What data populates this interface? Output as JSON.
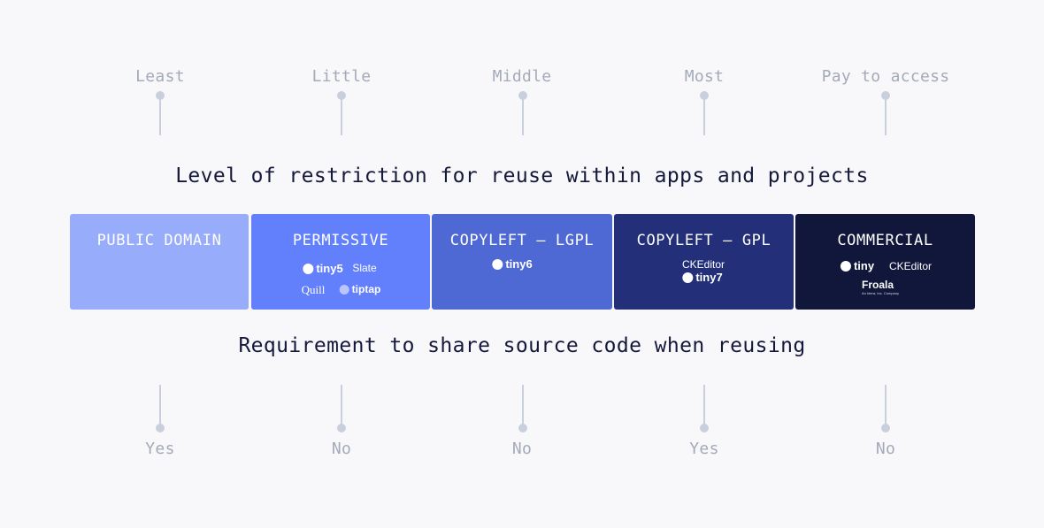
{
  "top_markers": [
    "Least",
    "Little",
    "Middle",
    "Most",
    "Pay to access"
  ],
  "heading_top": "Level of restriction for reuse within apps and projects",
  "bars": [
    {
      "label": "PUBLIC DOMAIN",
      "color": "#98acfc"
    },
    {
      "label": "PERMISSIVE",
      "color": "#6280fb",
      "logos": [
        "tiny5",
        "Slate",
        "Quill",
        "tiptap"
      ]
    },
    {
      "label": "COPYLEFT – LGPL",
      "color": "#4e68d4",
      "logos": [
        "tiny6"
      ]
    },
    {
      "label": "COPYLEFT – GPL",
      "color": "#233079",
      "logos": [
        "CKEditor",
        "tiny7"
      ]
    },
    {
      "label": "COMMERCIAL",
      "color": "#10173a",
      "logos": [
        "tiny",
        "CKEditor",
        "Froala",
        "An Idera, Inc. Company"
      ]
    }
  ],
  "heading_bottom": "Requirement to share source code when reusing",
  "bottom_markers": [
    "Yes",
    "No",
    "No",
    "Yes",
    "No"
  ],
  "colors": {
    "background": "#f8f8fb",
    "marker": "#c9cfdc",
    "marker_text": "#a3aab9",
    "heading_text": "#14183a"
  }
}
